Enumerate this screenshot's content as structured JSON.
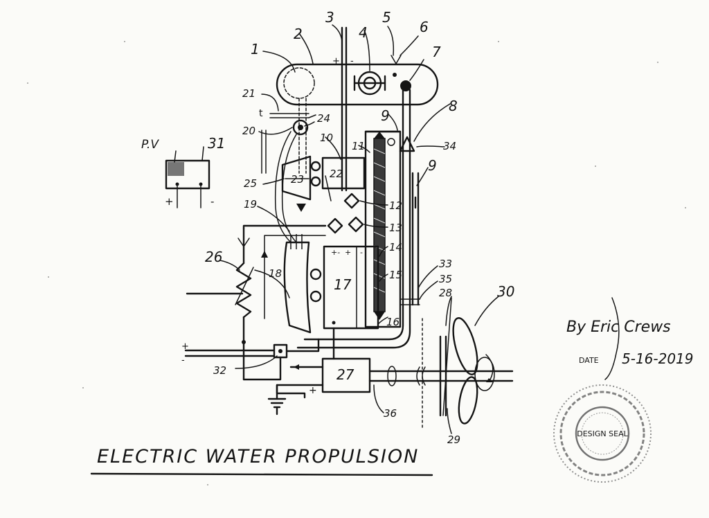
{
  "document": {
    "title": "ELECTRIC WATER PROPULSION",
    "signature": "By Eric Crews",
    "date_label": "DATE",
    "date_value": "5-16-2019",
    "seal_text": "DESIGN SEAL"
  },
  "diagram": {
    "pv_label": "P.V",
    "terminal_plus": "+",
    "terminal_minus": "-",
    "terminal_t": "t",
    "callouts": [
      "1",
      "2",
      "3",
      "4",
      "5",
      "6",
      "7",
      "8",
      "9",
      "9",
      "10",
      "11",
      "12",
      "13",
      "14",
      "15",
      "16",
      "17",
      "18",
      "19",
      "20",
      "21",
      "22",
      "23",
      "24",
      "25",
      "26",
      "27",
      "28",
      "29",
      "30",
      "31",
      "32",
      "33",
      "34",
      "35",
      "36"
    ]
  }
}
